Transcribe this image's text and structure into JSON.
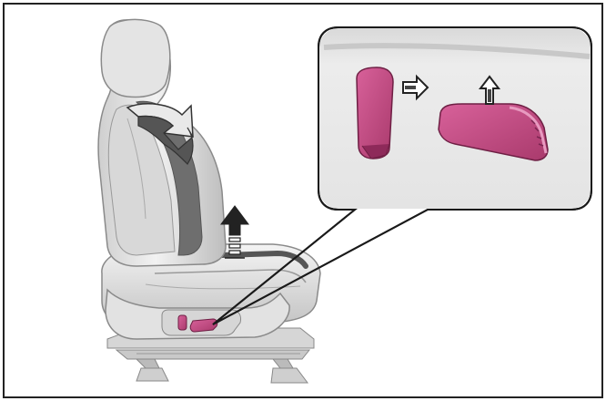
{
  "figure": {
    "description_items": [
      "car-seat",
      "seat-adjustment-switches",
      "callout-magnified-view"
    ]
  },
  "icons": {
    "recline_arrow": "curved-arrow-icon",
    "lift_arrow": "up-arrow-icon",
    "slide_arrow": "right-arrow-icon",
    "switch_lift_arrow": "up-arrow-icon"
  },
  "colors": {
    "switch_pink": "#c4467f",
    "switch_pink_dark": "#8e2a5a",
    "seat_light": "#e8e8e8",
    "seat_mid": "#c8c8c8",
    "seat_dark": "#7a7a7a",
    "callout_bg": "#e9e9e9",
    "arrow_fill": "#444444",
    "outline": "#1a1a1a"
  }
}
